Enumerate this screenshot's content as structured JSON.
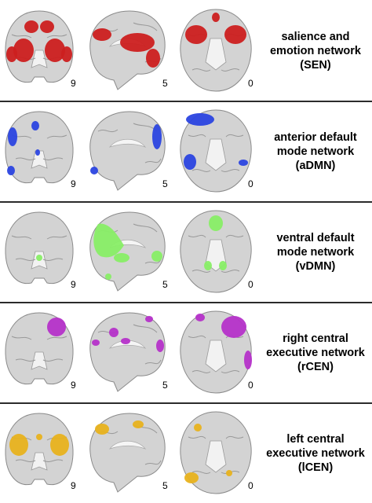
{
  "networks": [
    {
      "line1": "salience and",
      "line2": "emotion network",
      "abbr": "(SEN)",
      "color": "#cc1f1f",
      "slice_numbers": [
        "9",
        "5",
        "0"
      ]
    },
    {
      "line1": "anterior default",
      "line2": "mode network",
      "abbr": "(aDMN)",
      "color": "#2b44e0",
      "slice_numbers": [
        "9",
        "5",
        "0"
      ]
    },
    {
      "line1": "ventral default",
      "line2": "mode network",
      "abbr": "(vDMN)",
      "color": "#88ee66",
      "slice_numbers": [
        "9",
        "5",
        "0"
      ]
    },
    {
      "line1": "right central",
      "line2": "executive network",
      "abbr": "(rCEN)",
      "color": "#b531c9",
      "slice_numbers": [
        "9",
        "5",
        "0"
      ]
    },
    {
      "line1": "left central",
      "line2": "executive network",
      "abbr": "(lCEN)",
      "color": "#e8b21e",
      "slice_numbers": [
        "9",
        "5",
        "0"
      ]
    }
  ]
}
